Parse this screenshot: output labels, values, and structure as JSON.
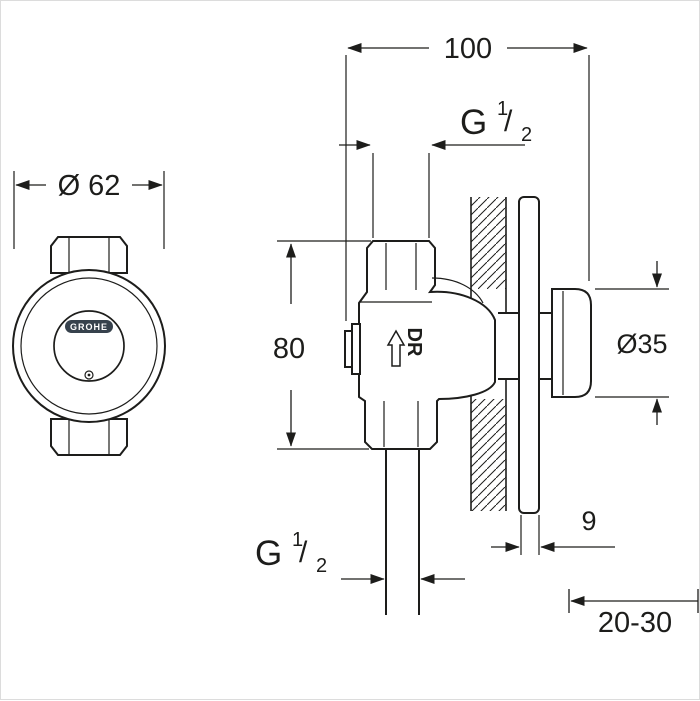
{
  "colors": {
    "line": "#1d1d1b",
    "background": "#ffffff",
    "logo_badge": "#37424d"
  },
  "front_view": {
    "diameter_label": "Ø 62",
    "logo_text": "GROHE"
  },
  "side_view": {
    "top_width_label": "100",
    "body_height_label": "80",
    "knob_diameter_label": "Ø35",
    "plate_thickness_label": "9",
    "wall_depth_range_label": "20-30",
    "body_marking": "DR"
  },
  "thread_label": {
    "letter": "G",
    "numerator": "1",
    "slash": "/",
    "denominator": "2"
  }
}
